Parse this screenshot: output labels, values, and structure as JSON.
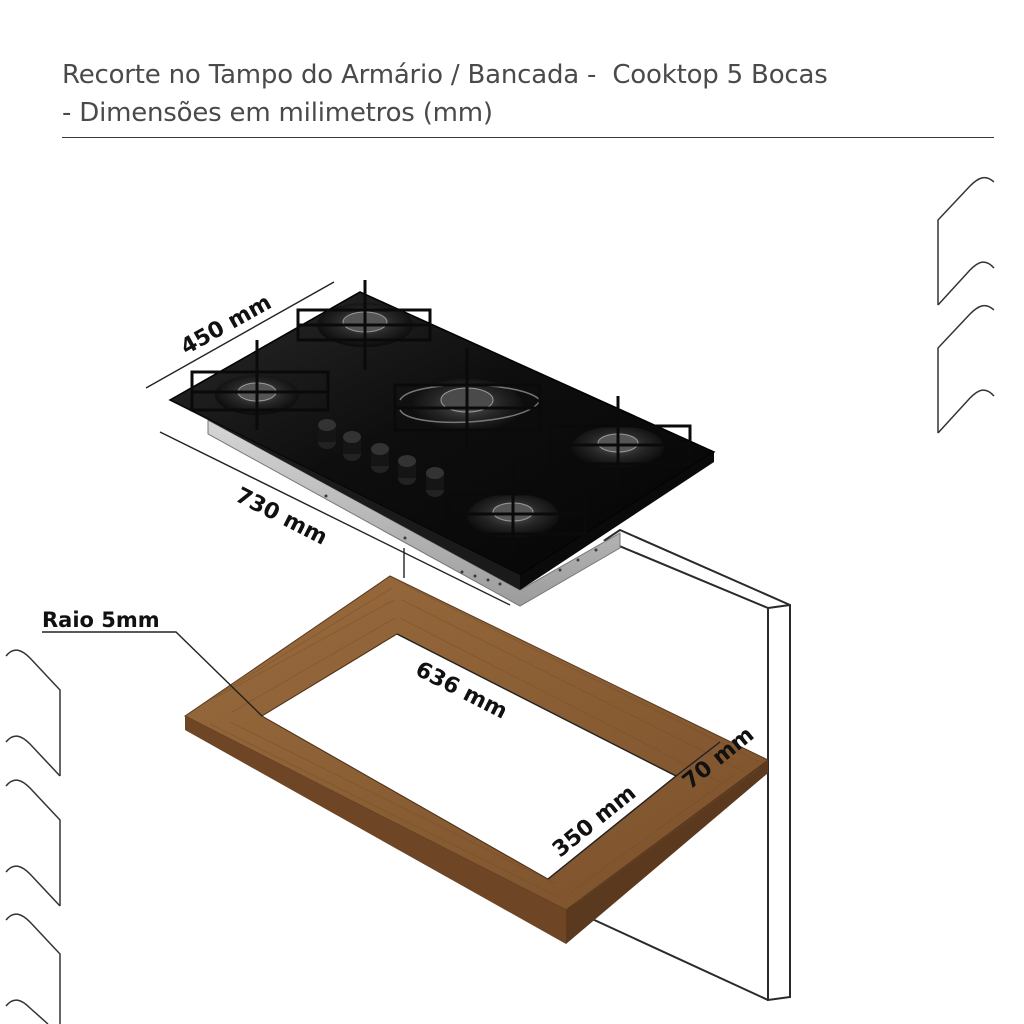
{
  "header": {
    "title_line1": "Recorte no Tampo do Armário / Bancada -  Cooktop 5 Bocas",
    "title_line2": "- Dimensões em milimetros (mm)"
  },
  "dimensions": {
    "cooktop_depth": "450 mm",
    "cooktop_width": "730 mm",
    "cutout_width": "636 mm",
    "cutout_depth": "350 mm",
    "border": "70 mm",
    "radius": "Raio 5mm"
  },
  "colors": {
    "wood": "#8a5f35",
    "wood_dark": "#6e4626",
    "glass": "#0c0c0c",
    "steel": "#b9b9b9",
    "line": "#2a2a2a"
  },
  "icons": [
    "gas-burner-icon",
    "pan-support-grate-icon",
    "control-knob-icon"
  ]
}
